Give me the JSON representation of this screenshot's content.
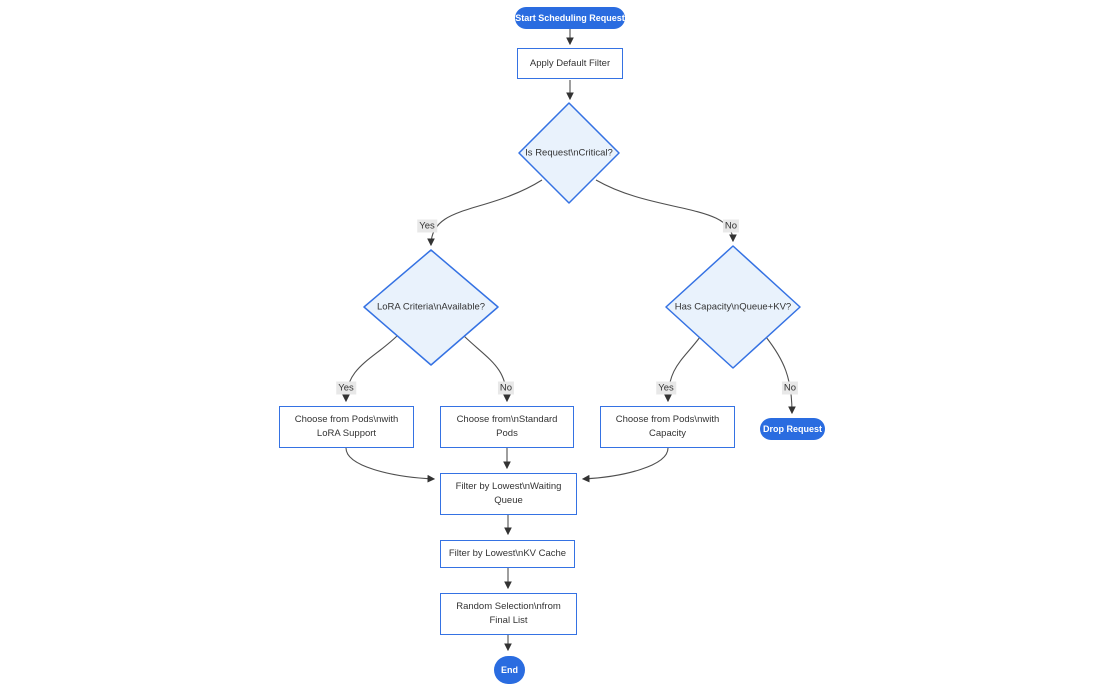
{
  "diagram": {
    "type": "flowchart",
    "direction": "top-down",
    "colors": {
      "terminal_fill": "#2a6ce0",
      "node_border": "#3572e3",
      "node_fill": "#ffffff",
      "decision_fill": "#e9f2fc",
      "node_text": "#333333",
      "terminal_text": "#ffffff",
      "edge_line": "#4f4f4f",
      "edge_label_bg": "#e8e8e8",
      "background": "#ffffff"
    },
    "nodes": {
      "start": {
        "shape": "stadium",
        "label": "Start Scheduling Request"
      },
      "apply_filter": {
        "shape": "rect",
        "label": "Apply Default Filter"
      },
      "is_critical": {
        "shape": "diamond",
        "label": "Is Request\\nCritical?"
      },
      "lora_available": {
        "shape": "diamond",
        "label": "LoRA Criteria\\nAvailable?"
      },
      "has_capacity": {
        "shape": "diamond",
        "label": "Has Capacity\\nQueue+KV?"
      },
      "choose_lora": {
        "shape": "rect",
        "lines": [
          "Choose from Pods\\nwith",
          "LoRA Support"
        ]
      },
      "choose_standard": {
        "shape": "rect",
        "lines": [
          "Choose from\\nStandard",
          "Pods"
        ]
      },
      "choose_capacity": {
        "shape": "rect",
        "lines": [
          "Choose from Pods\\nwith",
          "Capacity"
        ]
      },
      "drop_request": {
        "shape": "stadium",
        "label": "Drop Request"
      },
      "filter_waiting": {
        "shape": "rect",
        "lines": [
          "Filter by Lowest\\nWaiting",
          "Queue"
        ]
      },
      "filter_kv": {
        "shape": "rect",
        "label": "Filter by Lowest\\nKV Cache"
      },
      "random_selection": {
        "shape": "rect",
        "lines": [
          "Random Selection\\nfrom",
          "Final List"
        ]
      },
      "end": {
        "shape": "stadium",
        "label": "End"
      }
    },
    "edges": [
      {
        "from": "start",
        "to": "apply_filter",
        "label": ""
      },
      {
        "from": "apply_filter",
        "to": "is_critical",
        "label": ""
      },
      {
        "from": "is_critical",
        "to": "lora_available",
        "label": "Yes"
      },
      {
        "from": "is_critical",
        "to": "has_capacity",
        "label": "No"
      },
      {
        "from": "lora_available",
        "to": "choose_lora",
        "label": "Yes"
      },
      {
        "from": "lora_available",
        "to": "choose_standard",
        "label": "No"
      },
      {
        "from": "has_capacity",
        "to": "choose_capacity",
        "label": "Yes"
      },
      {
        "from": "has_capacity",
        "to": "drop_request",
        "label": "No"
      },
      {
        "from": "choose_lora",
        "to": "filter_waiting",
        "label": ""
      },
      {
        "from": "choose_standard",
        "to": "filter_waiting",
        "label": ""
      },
      {
        "from": "choose_capacity",
        "to": "filter_waiting",
        "label": ""
      },
      {
        "from": "filter_waiting",
        "to": "filter_kv",
        "label": ""
      },
      {
        "from": "filter_kv",
        "to": "random_selection",
        "label": ""
      },
      {
        "from": "random_selection",
        "to": "end",
        "label": ""
      }
    ]
  }
}
